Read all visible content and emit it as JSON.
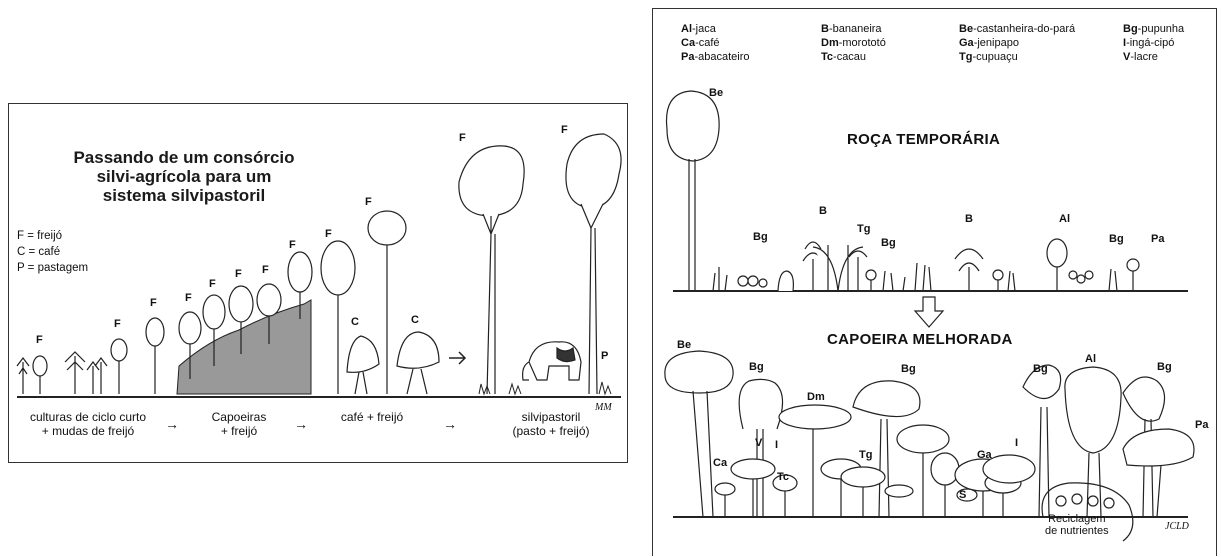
{
  "left": {
    "title": "Passando de um consórcio silvi-agrícola para um sistema silvipastoril",
    "legend": [
      "F  =  freijó",
      "C  =  café",
      "P  =  pastagem"
    ],
    "stages": [
      "culturas de ciclo curto\n+ mudas de freijó",
      "Capoeiras\n+ freijó",
      "café + freijó",
      "silvipastoril\n(pasto + freijó)"
    ],
    "arrow_glyph": "→",
    "signature": "MM",
    "labels": {
      "F": "F",
      "C": "C",
      "P": "P"
    }
  },
  "right": {
    "legend": [
      {
        "code": "Al",
        "name": "-jaca"
      },
      {
        "code": "Ca",
        "name": "-café"
      },
      {
        "code": "Pa",
        "name": "-abacateiro"
      },
      {
        "code": "B",
        "name": "-bananeira"
      },
      {
        "code": "Dm",
        "name": "-morototó"
      },
      {
        "code": "Tc",
        "name": "-cacau"
      },
      {
        "code": "Be",
        "name": "-castanheira-do-pará"
      },
      {
        "code": "Ga",
        "name": "-jenipapo"
      },
      {
        "code": "Tg",
        "name": "-cupuaçu"
      },
      {
        "code": "Bg",
        "name": "-pupunha"
      },
      {
        "code": "I",
        "name": "-ingá-cipó"
      },
      {
        "code": "V",
        "name": "-lacre"
      }
    ],
    "top_title": "ROÇA TEMPORÁRIA",
    "bottom_title": "CAPOEIRA MELHORADA",
    "recycle_label": "Reciclagem\nde nutrientes",
    "signature": "JCLD",
    "labels": {
      "Al": "Al",
      "Be": "Be",
      "Bg": "Bg",
      "B": "B",
      "Tg": "Tg",
      "Pa": "Pa",
      "Dm": "Dm",
      "Ca": "Ca",
      "Tc": "Tc",
      "Ga": "Ga",
      "I": "I",
      "V": "V",
      "S": "S"
    }
  }
}
